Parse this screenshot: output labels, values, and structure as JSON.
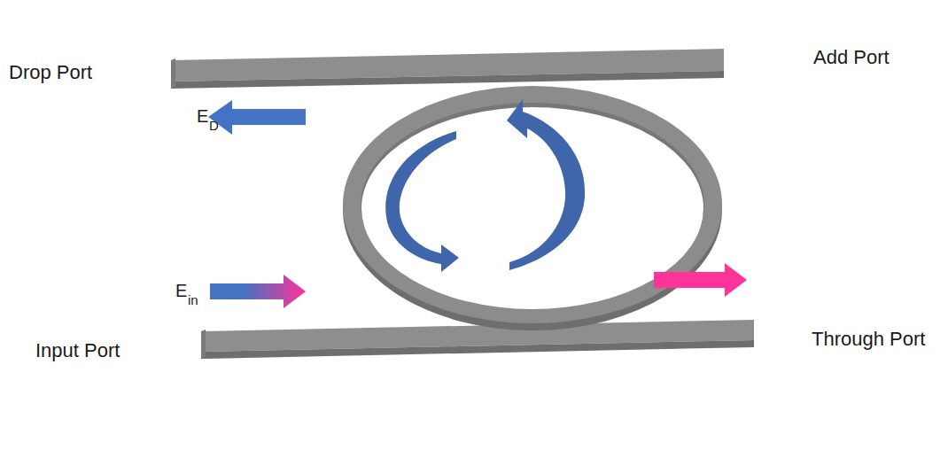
{
  "diagram": {
    "labels": [
      "Drop Port",
      "Add Port",
      "E",
      "D",
      "E",
      "in",
      "Input Port",
      "Through Port"
    ]
  }
}
